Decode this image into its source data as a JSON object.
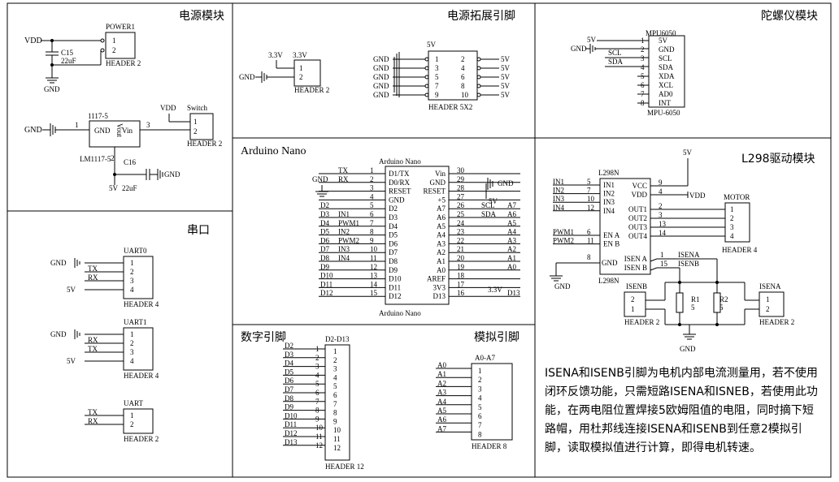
{
  "panels": {
    "power": {
      "title": "电源模块"
    },
    "power_ext": {
      "title": "电源拓展引脚"
    },
    "gyro": {
      "title": "陀螺仪模块"
    },
    "serial": {
      "title": "串口"
    },
    "nano": {
      "title": "Arduino Nano"
    },
    "l298": {
      "title": "L298驱动模块"
    },
    "digital": {
      "title": "数字引脚"
    },
    "analog": {
      "title": "模拟引脚"
    }
  },
  "power": {
    "vdd": "VDD",
    "gnd": "GND",
    "cap1": "C15",
    "cap1_val": "22uF",
    "power1": "POWER1",
    "power1_foot": "HEADER 2",
    "pin1": "1",
    "pin2": "2",
    "reg_top": "1117-5",
    "reg_gnd": "GND",
    "reg_vout": "Vout",
    "reg_vin": "Vin",
    "reg_pin1": "1",
    "reg_pin3": "3",
    "reg_bottom": "LM1117-5",
    "reg_pin2": "2",
    "v5": "5V",
    "cap2": "C16",
    "cap2_val": "22uF",
    "switch": "Switch",
    "switch_vdd": "VDD",
    "switch_foot": "HEADER 2"
  },
  "power_ext": {
    "v33a": "3.3V",
    "v33b": "3.3V",
    "gnd": "GND",
    "h2_foot": "HEADER 2",
    "h5_top": "5V",
    "h5_foot": "HEADER 5X2",
    "left_labels": [
      "GND",
      "GND",
      "GND",
      "GND",
      "GND"
    ],
    "left_pins": [
      "1",
      "3",
      "5",
      "7",
      "9"
    ],
    "right_pins": [
      "2",
      "4",
      "6",
      "8",
      "10"
    ],
    "right_labels": [
      "5V",
      "5V",
      "5V",
      "5V",
      "5V"
    ]
  },
  "gyro": {
    "top": "MPU6050",
    "bottom": "MPU-6050",
    "pins": [
      "1",
      "2",
      "3",
      "4",
      "5",
      "6",
      "7",
      "8"
    ],
    "names": [
      "5V",
      "GND",
      "SCL",
      "SDA",
      "XDA",
      "XCL",
      "AD0",
      "INT"
    ],
    "v5": "5V",
    "gnd": "GND",
    "scl": "SCL",
    "sda": "SDA"
  },
  "serial": {
    "uart0": "UART0",
    "uart0_foot": "HEADER 4",
    "uart0_labels": [
      "GND",
      "TX",
      "RX",
      "5V"
    ],
    "uart1": "UART1",
    "uart1_foot": "HEADER 4",
    "uart1_labels": [
      "GND",
      "RX",
      "TX",
      "5V"
    ],
    "uart": "UART",
    "uart_foot": "HEADER 2",
    "uart_labels": [
      "TX",
      "RX"
    ],
    "pins": [
      "1",
      "2",
      "3",
      "4"
    ]
  },
  "nano": {
    "chip_top": "Arduino Nano",
    "chip_bottom": "Arduino Nano",
    "left_nets": [
      "TX",
      "RX",
      "",
      "",
      "",
      "IN1",
      "PWM1",
      "IN2",
      "PWM2",
      "IN3",
      "IN4",
      "",
      "",
      "",
      "",
      ""
    ],
    "left_signals": [
      "",
      "",
      "",
      "",
      "D2",
      "D3",
      "D4",
      "D5",
      "D6",
      "D7",
      "D8",
      "D9",
      "D10",
      "D11",
      "D12",
      ""
    ],
    "left_pins": [
      "1",
      "2",
      "3",
      "4",
      "5",
      "6",
      "7",
      "8",
      "9",
      "10",
      "11",
      "12",
      "13",
      "14",
      "15"
    ],
    "left_names": [
      "D1/TX",
      "D0/RX",
      "RESET",
      "GND",
      "D2",
      "D3",
      "D4",
      "D5",
      "D6",
      "D7",
      "D8",
      "D9",
      "D10",
      "D11",
      "D12"
    ],
    "right_pins": [
      "30",
      "29",
      "28",
      "27",
      "26",
      "25",
      "24",
      "23",
      "22",
      "21",
      "20",
      "19",
      "18",
      "17",
      "16"
    ],
    "right_names": [
      "Vin",
      "GND",
      "RESET",
      "+5",
      "A7",
      "A6",
      "A5",
      "A4",
      "A3",
      "A2",
      "A1",
      "A0",
      "AREF",
      "3V3",
      "D13"
    ],
    "right_nets": [
      "",
      "",
      "",
      "",
      "SCL",
      "SDA",
      "",
      "",
      "",
      "",
      "",
      "",
      "",
      "",
      ""
    ],
    "right_signals": [
      "",
      "",
      "",
      "",
      "A7",
      "A6",
      "A5",
      "A4",
      "A3",
      "A2",
      "A1",
      "A0",
      "",
      "",
      "D13"
    ],
    "gnd_left": "GND",
    "gnd_right": "GND",
    "v5": "5V",
    "v33": "3.3V",
    "d2": "D2"
  },
  "l298": {
    "chip_top": "L298N",
    "chip_bottom": "L298N",
    "v5": "5V",
    "vdd": "VDD",
    "gnd": "GND",
    "gnd2": "GND",
    "in_nets": [
      "IN1",
      "IN2",
      "IN3",
      "IN4"
    ],
    "in_pins": [
      "5",
      "7",
      "10",
      "12"
    ],
    "in_names": [
      "IN1",
      "IN2",
      "IN3",
      "IN4"
    ],
    "en_nets": [
      "PWM1",
      "PWM2"
    ],
    "en_pins": [
      "6",
      "11"
    ],
    "en_names": [
      "EN A",
      "EN B"
    ],
    "gnd_pin": "8",
    "gnd_name": "GND",
    "right_names": [
      "VCC",
      "VDD",
      "OUT1",
      "OUT2",
      "OUT3",
      "OUT4"
    ],
    "right_pins": [
      "9",
      "4",
      "2",
      "3",
      "13",
      "14"
    ],
    "isen_names": [
      "ISEN A",
      "ISEN B"
    ],
    "isen_pins": [
      "1",
      "15"
    ],
    "isen_nets": [
      "ISENA",
      "ISENB"
    ],
    "motor": "MOTOR",
    "motor_foot": "HEADER 4",
    "motor_pins": [
      "1",
      "2",
      "3",
      "4"
    ],
    "isenb": "ISENB",
    "isenb_foot": "HEADER 2",
    "isenb_pins": [
      "2",
      "1"
    ],
    "isena": "ISENA",
    "isena_foot": "HEADER 2",
    "isena_pins": [
      "1",
      "2"
    ],
    "r1": "R1",
    "r1_val": "5",
    "r2": "R2",
    "r2_val": "5"
  },
  "digital": {
    "top": "D2-D13",
    "foot": "HEADER 12",
    "labels": [
      "D2",
      "D3",
      "D4",
      "D5",
      "D6",
      "D7",
      "D8",
      "D9",
      "D10",
      "D11",
      "D12",
      "D13"
    ],
    "pins": [
      "1",
      "2",
      "3",
      "4",
      "5",
      "6",
      "7",
      "8",
      "9",
      "10",
      "11",
      "12"
    ]
  },
  "analog": {
    "top": "A0-A7",
    "foot": "HEADER 8",
    "labels": [
      "A0",
      "A1",
      "A2",
      "A3",
      "A4",
      "A5",
      "A6",
      "A7"
    ],
    "pins": [
      "1",
      "2",
      "3",
      "4",
      "5",
      "6",
      "7",
      "8"
    ]
  },
  "note": {
    "text": "ISENA和ISENB引脚为电机内部电流测量用，若不使用闭环反馈功能，只需短路ISENA和ISNEB，若使用此功能，在两电阻位置焊接5欧姆阻值的电阻，同时摘下短路帽，用杜邦线连接ISENA和ISENB到任意2模拟引脚，读取模拟值进行计算，即得电机转速。"
  }
}
